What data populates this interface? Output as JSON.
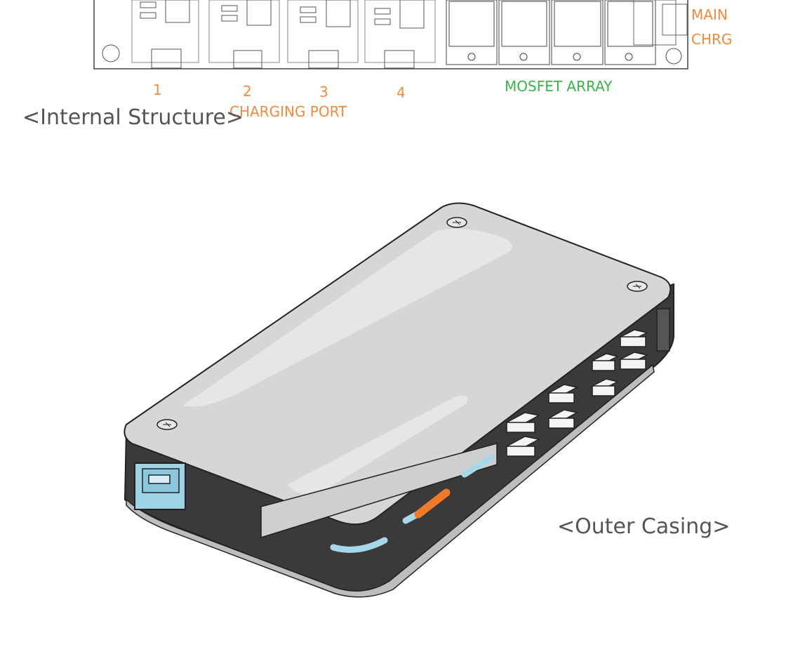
{
  "internal": {
    "caption": "<Internal Structure>",
    "port_numbers": [
      "1",
      "2",
      "3",
      "4"
    ],
    "charging_port_label": "CHARGING PORT",
    "mosfet_label": "MOSFET ARRAY",
    "main_label": "MAIN",
    "chrg_label": "CHRG"
  },
  "external": {
    "caption": "<Outer Casing>"
  },
  "colors": {
    "label_orange": "#f28a3c",
    "label_green": "#3cb34a",
    "casing_dark": "#3a3a3a",
    "casing_top": "#d8d8d8",
    "usb_blue": "#9fd3e6",
    "led_orange": "#f07a2a",
    "led_blue": "#a7d8ea"
  }
}
